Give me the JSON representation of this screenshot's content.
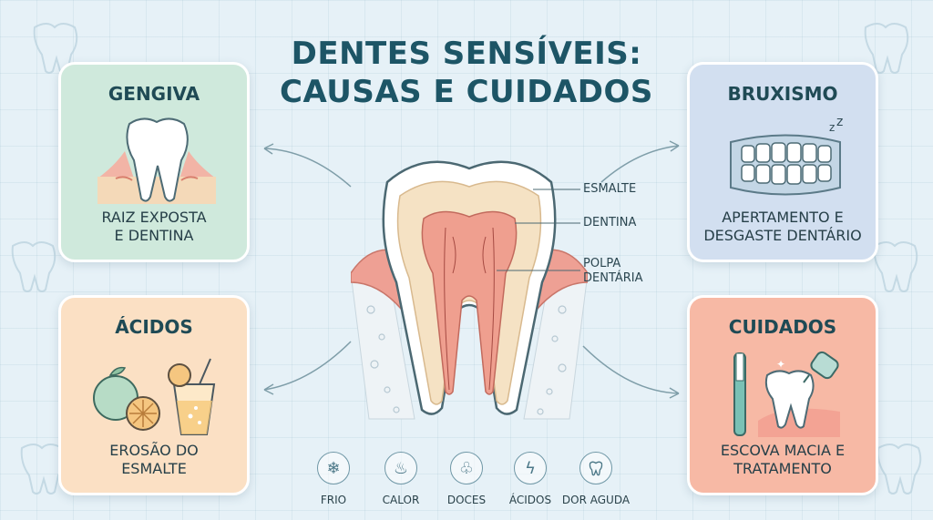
{
  "title": {
    "line1": "DENTES SENSÍVEIS:",
    "line2": "CAUSAS E CUIDADOS"
  },
  "cards": {
    "gengiva": {
      "title": "GENGIVA",
      "desc": "RAIZ EXPOSTA\nE DENTINA",
      "icon": "exposed-root-tooth-icon"
    },
    "acidos": {
      "title": "ÁCIDOS",
      "desc": "EROSÃO DO\nESMALTE",
      "icon": "citrus-drink-icon"
    },
    "bruxismo": {
      "title": "BRUXISMO",
      "desc": "APERTAMENTO E\nDESGASTE DENTÁRIO",
      "icon": "clenched-teeth-icon"
    },
    "cuidados": {
      "title": "CUIDADOS",
      "desc": "ESCOVA MACIA E\nTRATAMENTO",
      "icon": "toothbrush-treatment-icon"
    }
  },
  "tooth_labels": {
    "esmalte": "ESMALTE",
    "dentina": "DENTINA",
    "polpa": "POLPA\nDENTÁRIA"
  },
  "symptoms": [
    {
      "label": "FRIO",
      "icon": "snowflake-icon"
    },
    {
      "label": "CALOR",
      "icon": "flame-icon"
    },
    {
      "label": "DOCES",
      "icon": "cupcake-icon"
    },
    {
      "label": "ÁCIDOS",
      "icon": "lightning-icon"
    },
    {
      "label": "DOR AGUDA",
      "icon": "tooth-pain-icon"
    }
  ],
  "colors": {
    "gengiva": "#cfe9dc",
    "acidos": "#fbe0c4",
    "bruxismo": "#d2dff0",
    "cuidados": "#f7b9a5",
    "title": "#1d5566"
  }
}
